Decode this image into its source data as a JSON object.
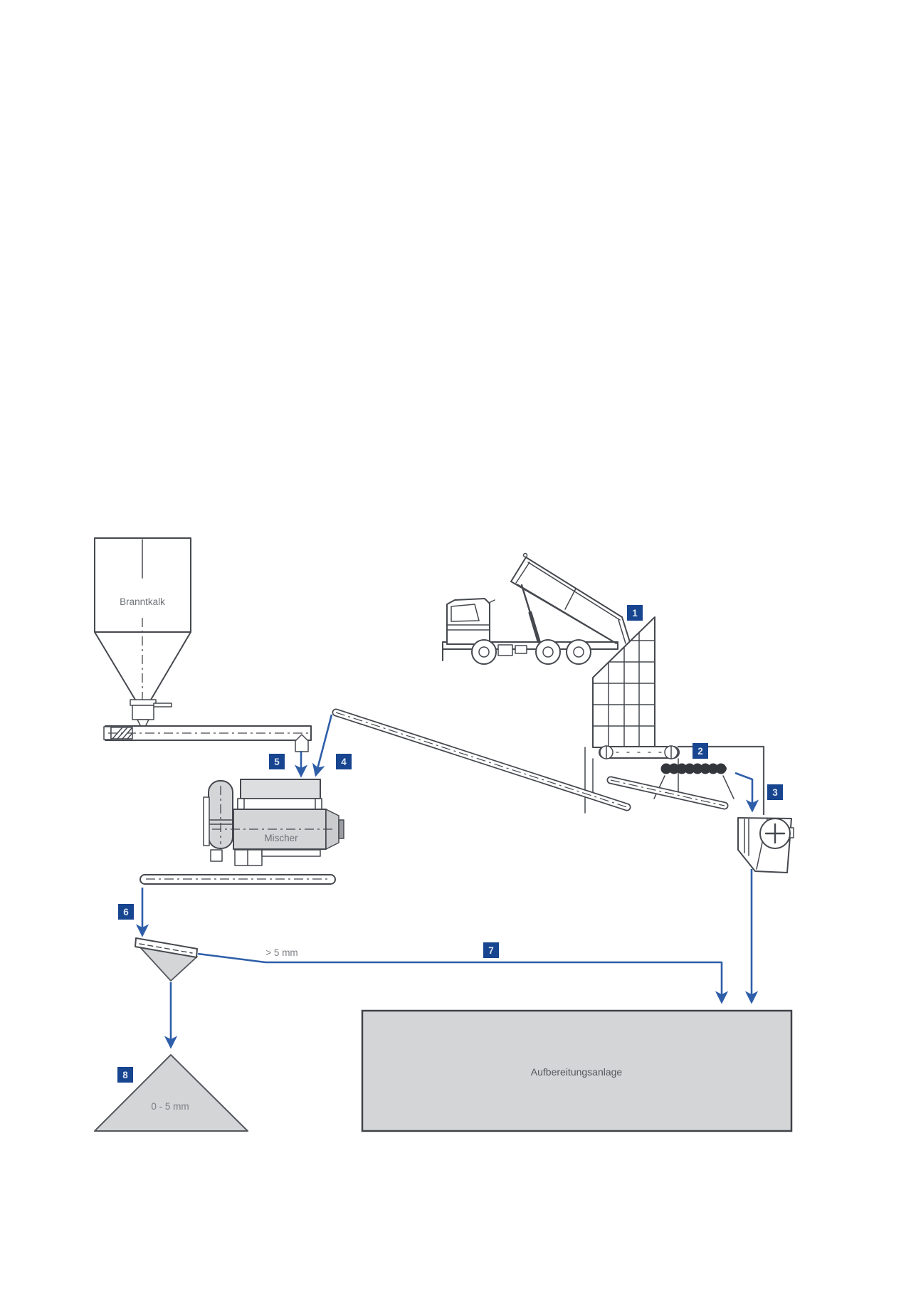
{
  "colors": {
    "page_bg": "#ffffff",
    "line": "#45484e",
    "line_soft": "#55585d",
    "accent": "#2e5ea9",
    "label_bg": "#17458f",
    "label_text": "#dde5f2",
    "fill_gray": "#d3d5d7",
    "fill_gray_light": "#dcdee0",
    "text_gray": "#6f7277",
    "text_mid": "#7b7e84",
    "text_dark": "#55585c",
    "sizer_dark": "#33363b"
  },
  "diagram": {
    "silo": {
      "label": "Branntkalk"
    },
    "mixer": {
      "label": "Mischer"
    },
    "plant": {
      "label": "Aufbereitungsanlage"
    },
    "flows": {
      "oversize": "> 5 mm",
      "fines": "0 - 5 mm"
    },
    "steps": [
      "1",
      "2",
      "3",
      "4",
      "5",
      "6",
      "7",
      "8"
    ]
  }
}
